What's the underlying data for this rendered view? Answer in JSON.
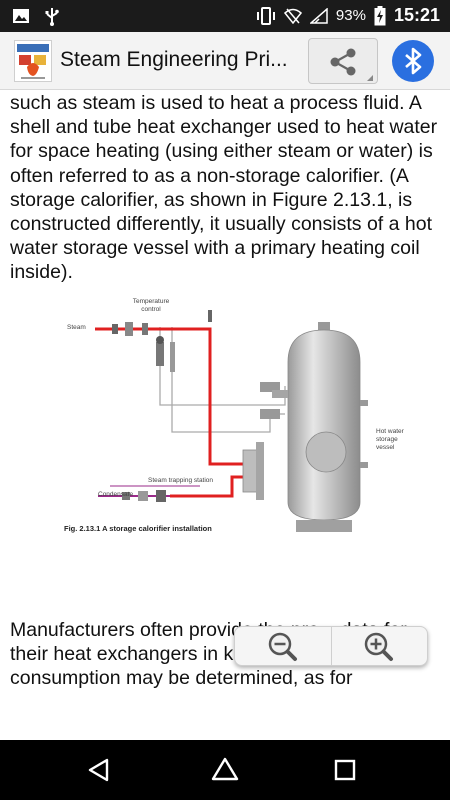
{
  "status_bar": {
    "battery_percent": "93%",
    "time": "15:21",
    "icons": [
      "image-icon",
      "usb-icon",
      "vibrate-icon",
      "wifi-off-icon",
      "signal-icon",
      "battery-charging-icon"
    ]
  },
  "app_bar": {
    "title": "Steam Engineering Pri...",
    "share_icon": "share-icon",
    "bluetooth_icon": "bluetooth-icon"
  },
  "article": {
    "paragraph_1": "such as steam is used to heat a process fluid. A shell and tube heat exchanger used to heat water for space heating (using either steam or water) is often referred to as a non-storage calorifier. (A storage calorifier, as shown in Figure 2.13.1, is constructed differently, it usually consists of a hot water storage vessel with a primary heating coil inside).",
    "paragraph_2": "Manufacturers often provide the pro... data for their heat exchangers in k... which the steam consumption may be determined, as for"
  },
  "figure": {
    "label_steam": "Steam",
    "label_temp_control": "Temperature control",
    "label_hot_water": "Hot water storage vessel",
    "label_trapping": "Steam trapping station",
    "label_condensate": "Condensate",
    "caption": "Fig. 2.13.1 A storage calorifier installation"
  },
  "zoom": {
    "zoom_out_icon": "zoom-out-icon",
    "zoom_in_icon": "zoom-in-icon"
  },
  "nav_bar": {
    "back_icon": "back-icon",
    "home_icon": "home-icon",
    "recents_icon": "recents-icon"
  },
  "colors": {
    "steam_pipe": "#e02020",
    "condensate_pipe": "#9a2a8a",
    "vessel": "#c8c8c8",
    "accent_blue": "#2a6fe0"
  }
}
